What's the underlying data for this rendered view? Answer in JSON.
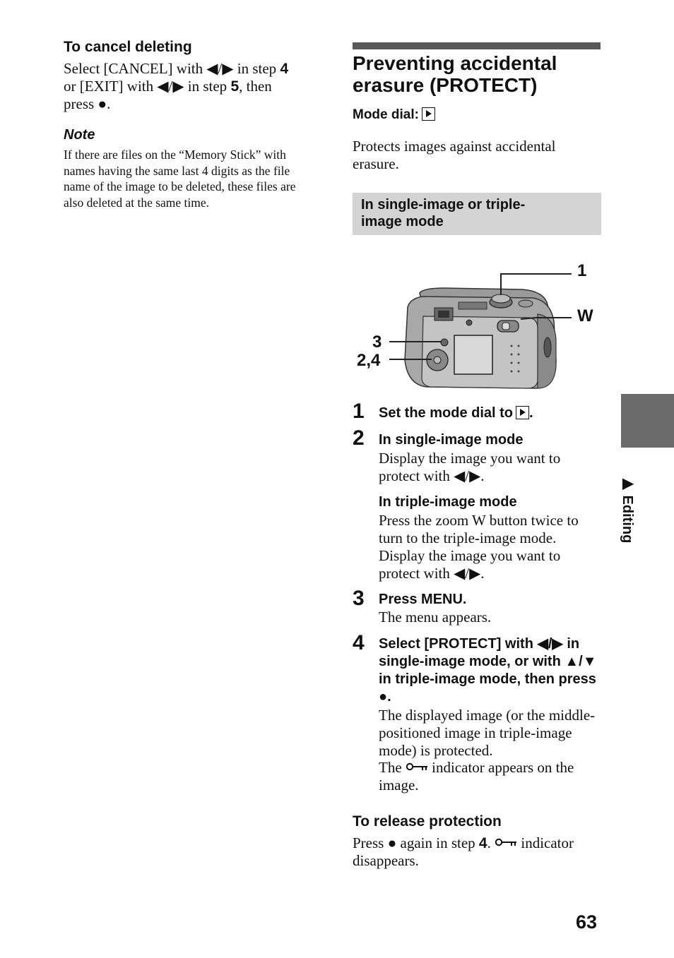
{
  "left": {
    "cancel_heading": "To cancel deleting",
    "cancel_text_1a": "Select [CANCEL] with ◀/▶ in step ",
    "cancel_step_a": "4",
    "cancel_text_1b": "or [EXIT] with ◀/▶ in step ",
    "cancel_step_b": "5",
    "cancel_text_1c": ", then",
    "cancel_text_1d": "press ●.",
    "note_heading": "Note",
    "note_text": "If there are files on the “Memory Stick” with names having the same last 4 digits as the file name of the image to be deleted, these files are also deleted at the same time."
  },
  "right": {
    "title_line1": "Preventing accidental",
    "title_line2": "erasure (PROTECT)",
    "mode_dial_label": "Mode dial:",
    "intro": "Protects images against accidental erasure.",
    "subsection_line1": "In single-image or triple-",
    "subsection_line2": "image mode",
    "callouts": {
      "c1": "1",
      "cw": "W",
      "c3": "3",
      "c24": "2,4"
    },
    "steps": [
      {
        "num": "1",
        "title": "Set the mode dial to",
        "title_end": "."
      },
      {
        "num": "2",
        "sub1_title": "In single-image mode",
        "sub1_body": "Display the image you want to protect with ◀/▶.",
        "sub2_title": "In triple-image mode",
        "sub2_body": "Press the zoom W button twice to turn to the triple-image mode. Display the image you want to protect with ◀/▶."
      },
      {
        "num": "3",
        "title": "Press MENU.",
        "body": "The menu appears."
      },
      {
        "num": "4",
        "title": "Select [PROTECT] with ◀/▶ in single-image mode, or with ▲/▼ in triple-image mode, then press ●.",
        "body": "The displayed image (or the middle-positioned image in triple-image mode) is protected.",
        "body2a": "The",
        "body2b": "indicator appears on the image."
      }
    ],
    "release_heading": "To release protection",
    "release_a": "Press ● again in step ",
    "release_step": "4",
    "release_b": ".",
    "release_c": "indicator disappears."
  },
  "side_tab": {
    "label": "▶ Editing"
  },
  "page_number": "63"
}
